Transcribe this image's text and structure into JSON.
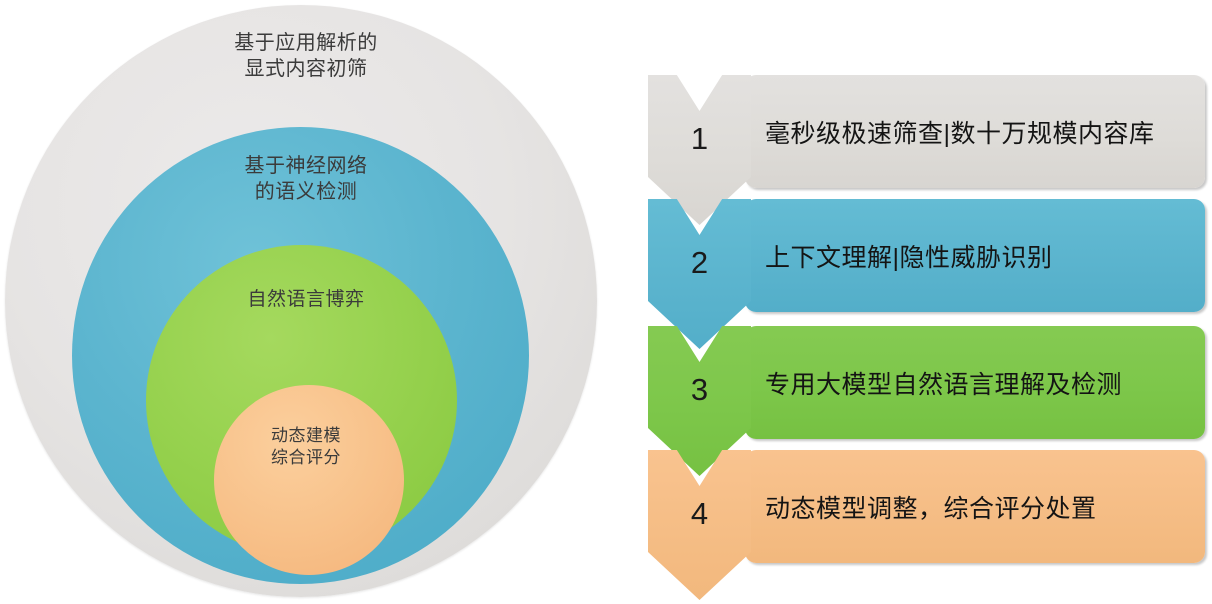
{
  "diagram": {
    "title_left": "concentric-layers",
    "rings": [
      {
        "id": "outer",
        "label": "基于应用解析的\n显式内容初筛",
        "color": "#dedcda"
      },
      {
        "id": "blue",
        "label": "基于神经网络\n的语义检测",
        "color": "#5cb5cf"
      },
      {
        "id": "green",
        "label": "自然语言博弈",
        "color": "#97d24f"
      },
      {
        "id": "orange",
        "label": "动态建模\n综合评分",
        "color": "#f8c28b"
      }
    ],
    "steps": [
      {
        "number": "1",
        "text": "毫秒级极速筛查|数十万规模内容库",
        "color": "#dedcd8"
      },
      {
        "number": "2",
        "text": "上下文理解|隐性威胁识别",
        "color": "#5bb4ce"
      },
      {
        "number": "3",
        "text": "专用大模型自然语言理解及检测",
        "color": "#7dc74a"
      },
      {
        "number": "4",
        "text": "动态模型调整，综合评分处置",
        "color": "#f5bd85"
      }
    ]
  }
}
